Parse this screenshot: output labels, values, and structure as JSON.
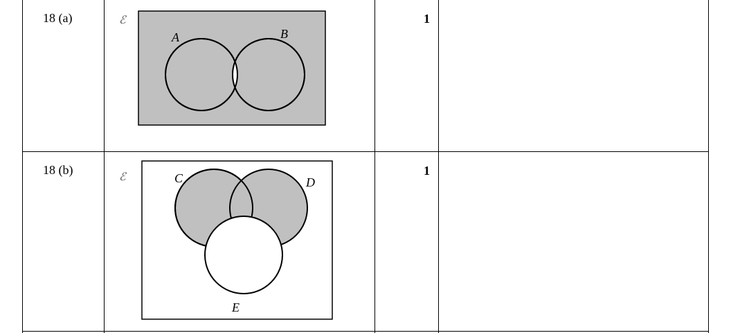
{
  "rows": [
    {
      "question": "18 (a)",
      "marks": "1",
      "diagram": {
        "universal_symbol": "ℰ",
        "labels": [
          "A",
          "B"
        ],
        "shading_color": "#c0c0c0"
      }
    },
    {
      "question": "18 (b)",
      "marks": "1",
      "diagram": {
        "universal_symbol": "ℰ",
        "labels": [
          "C",
          "D",
          "E"
        ],
        "shading_color": "#c0c0c0"
      }
    }
  ],
  "colors": {
    "line": "#000000",
    "shade": "#c0c0c0",
    "background": "#ffffff"
  }
}
